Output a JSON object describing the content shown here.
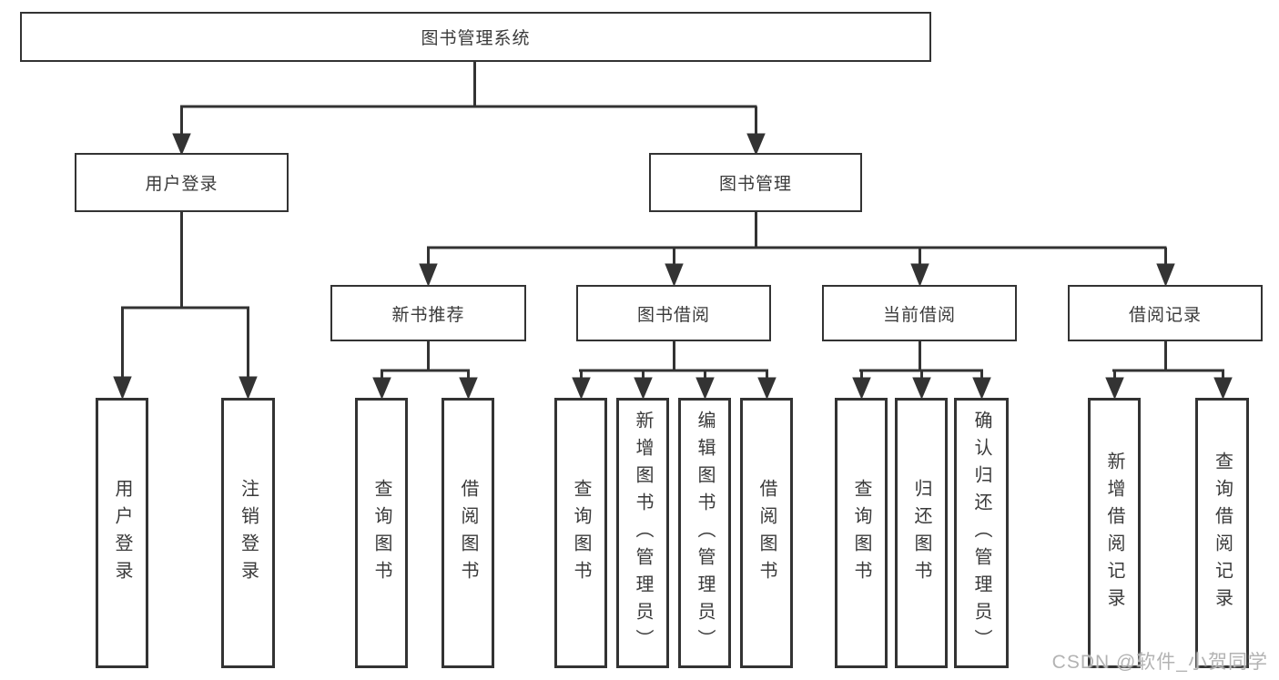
{
  "diagram": {
    "tree": {
      "root": {
        "label": "图书管理系统"
      },
      "children": [
        {
          "label": "用户登录",
          "children": [
            {
              "label": "用户登录"
            },
            {
              "label": "注销登录"
            }
          ]
        },
        {
          "label": "图书管理",
          "children": [
            {
              "label": "新书推荐",
              "children": [
                {
                  "label": "查询图书"
                },
                {
                  "label": "借阅图书"
                }
              ]
            },
            {
              "label": "图书借阅",
              "children": [
                {
                  "label": "查询图书"
                },
                {
                  "label": "新增图书（管理员）"
                },
                {
                  "label": "编辑图书（管理员）"
                },
                {
                  "label": "借阅图书"
                }
              ]
            },
            {
              "label": "当前借阅",
              "children": [
                {
                  "label": "查询图书"
                },
                {
                  "label": "归还图书"
                },
                {
                  "label": "确认归还（管理员）"
                }
              ]
            },
            {
              "label": "借阅记录",
              "children": [
                {
                  "label": "新增借阅记录"
                },
                {
                  "label": "查询借阅记录"
                }
              ]
            }
          ]
        }
      ]
    },
    "colors": {
      "line": "#333333",
      "text": "#3a3a3a",
      "box_background": "#ffffff",
      "watermark": "#b3b3b3"
    }
  },
  "watermark": {
    "text": "CSDN @软件_小贺同学"
  }
}
